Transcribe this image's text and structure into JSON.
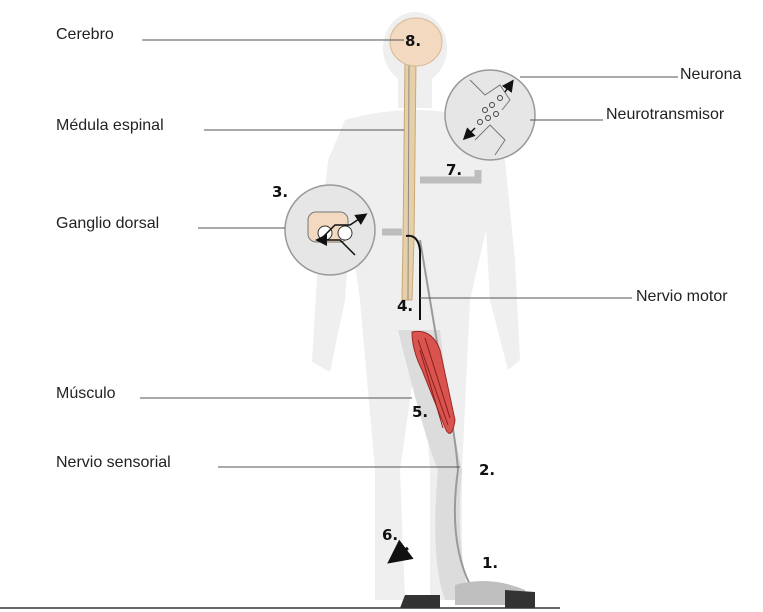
{
  "labels": {
    "cerebro": "Cerebro",
    "medula": "Médula espinal",
    "ganglio": "Ganglio dorsal",
    "musculo": "Músculo",
    "sensorial": "Nervio sensorial",
    "neurona": "Neurona",
    "neurotransmisor": "Neurotransmisor",
    "motor": "Nervio motor"
  },
  "steps": {
    "s1": "1.",
    "s2": "2.",
    "s3": "3.",
    "s4": "4.",
    "s5": "5.",
    "s6": "6.",
    "s7": "7.",
    "s8": "8."
  },
  "colors": {
    "body": "#efefef",
    "inset_fill": "#e6e6e6",
    "nerve_gray": "#9a9a9a",
    "spinal_tan": "#e7cfa8",
    "muscle_red": "#d9534f",
    "brain_tan": "#f2d9bf"
  }
}
